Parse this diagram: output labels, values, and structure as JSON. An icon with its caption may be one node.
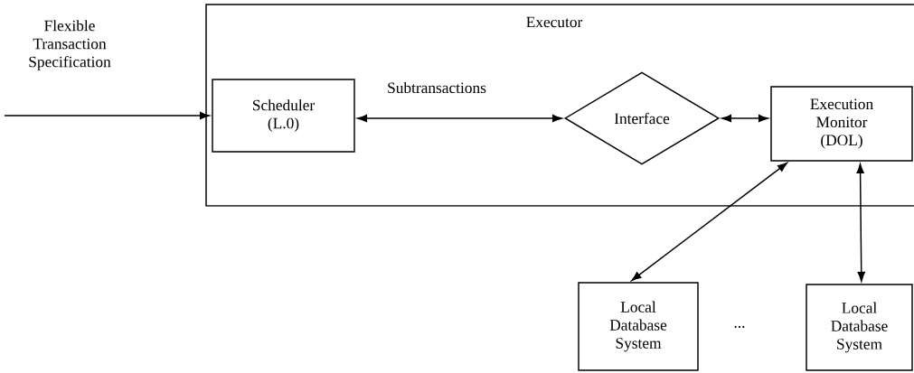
{
  "diagram": {
    "nodes": [
      {
        "text": [
          "Executor"
        ]
      },
      {
        "text": [
          "Scheduler (L.0)"
        ],
        "in": 0
      },
      {
        "text": [
          "Interface"
        ],
        "in": 0
      },
      {
        "text": [
          "Execution Monitor (DOL)"
        ],
        "in": 0
      },
      {
        "text": [
          "Local Database System"
        ]
      },
      {
        "text": [
          "Local Database System"
        ]
      }
    ],
    "edges": [
      {
        "from": null,
        "to": 1,
        "arrow": "to",
        "label": "Flexible Transaction Specification"
      },
      {
        "from": 1,
        "to": 2,
        "arrow": "both",
        "label": "Subtransactions"
      },
      {
        "from": 2,
        "to": 3,
        "arrow": "both"
      },
      {
        "from": 3,
        "to": 4,
        "arrow": "both"
      },
      {
        "from": 3,
        "to": 5,
        "arrow": "both"
      }
    ],
    "labels": [
      "..."
    ]
  }
}
